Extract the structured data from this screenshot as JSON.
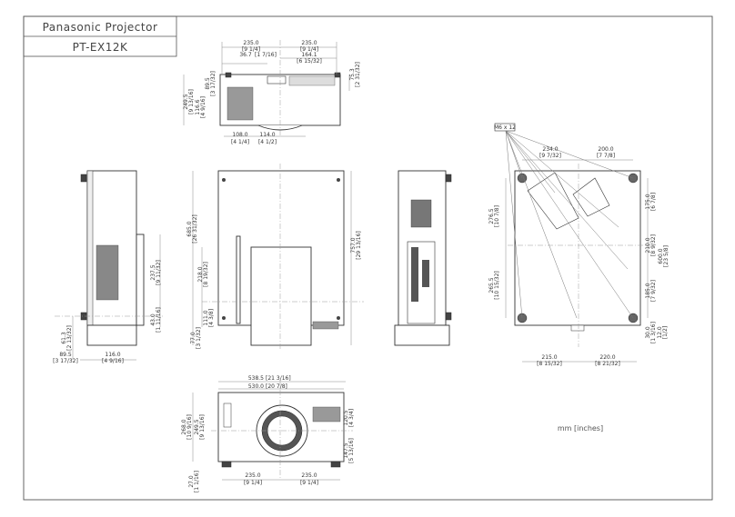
{
  "title_block": {
    "product": "Panasonic Projector",
    "model": "PT-EX12K"
  },
  "units_note": "mm [inches]",
  "top_view": {
    "dims": [
      "235.0",
      "[9 1/4]",
      "235.0",
      "[9 1/4]",
      "36.7",
      "[1 7/16]",
      "164.1",
      "[6 15/32]",
      "249.5",
      "[9 13/16]",
      "116.6",
      "[4 9/16]",
      "89.5",
      "[3 17/32]",
      "75.3",
      "[2 31/32]",
      "108.0",
      "[4 1/4]",
      "114.0",
      "[4 1/2]"
    ]
  },
  "left_view": {
    "dims": [
      "61.3",
      "[2 13/32]",
      "89.5",
      "[3 17/32]",
      "116.0",
      "[4 9/16]",
      "237.5",
      "[9 11/32]",
      "43.0",
      "[1 11/16]"
    ]
  },
  "front_view": {
    "dims": [
      "685.0",
      "[26 31/32]",
      "218.0",
      "[8 19/32]",
      "111.0",
      "[4 3/8]",
      "77.0",
      "[3 1/32]",
      "757.0",
      "[29 13/16]"
    ]
  },
  "bottom_view": {
    "label": "M6 x 12",
    "dims": [
      "234.0",
      "[9 7/32]",
      "200.0",
      "[7 7/8]",
      "276.5",
      "[10 7/8]",
      "175.0",
      "[6 7/8]",
      "265.5",
      "[10 15/32]",
      "210.0",
      "[8 9/32]",
      "600.0",
      "[23 5/8]",
      "185.0",
      "[7 9/32]",
      "30.0",
      "[1 3/16]",
      "12.0",
      "[1/2]",
      "215.0",
      "[8 15/32]",
      "220.0",
      "[8 21/32]"
    ]
  },
  "rear_view": {
    "dims": [
      "538.5",
      "[21 3/16]",
      "530.0",
      "[20 7/8]",
      "268.0",
      "[10 9/16]",
      "249.5",
      "[9 13/16]",
      "120.5",
      "[4 3/4]",
      "147.5",
      "[5 13/16]",
      "27.0",
      "[1 1/16]",
      "235.0",
      "[9 1/4]",
      "235.0",
      "[9 1/4]"
    ]
  }
}
